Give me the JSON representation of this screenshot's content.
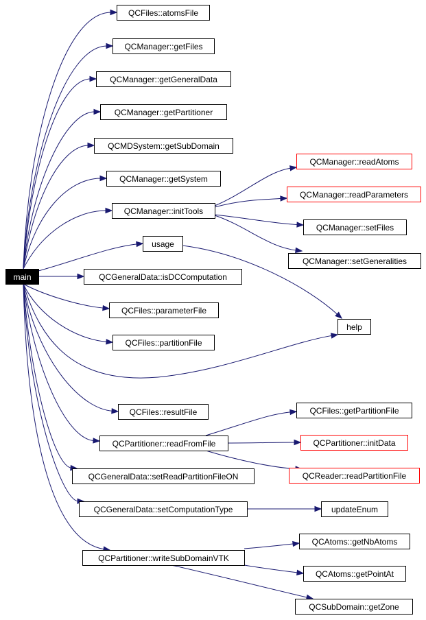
{
  "graph": {
    "edge_color": "#191970",
    "node_border_color": "#000000",
    "external_node_border_color": "#ff0000",
    "root_fill_color": "#000000",
    "nodes": [
      {
        "id": "main",
        "label": "main",
        "style": "root"
      },
      {
        "id": "atomsFile",
        "label": "QCFiles::atomsFile",
        "style": "normal"
      },
      {
        "id": "getFiles",
        "label": "QCManager::getFiles",
        "style": "normal"
      },
      {
        "id": "getGeneralData",
        "label": "QCManager::getGeneralData",
        "style": "normal"
      },
      {
        "id": "getPartitioner",
        "label": "QCManager::getPartitioner",
        "style": "normal"
      },
      {
        "id": "getSubDomain",
        "label": "QCMDSystem::getSubDomain",
        "style": "normal"
      },
      {
        "id": "getSystem",
        "label": "QCManager::getSystem",
        "style": "normal"
      },
      {
        "id": "initTools",
        "label": "QCManager::initTools",
        "style": "normal"
      },
      {
        "id": "readAtoms",
        "label": "QCManager::readAtoms",
        "style": "external"
      },
      {
        "id": "readParameters",
        "label": "QCManager::readParameters",
        "style": "external"
      },
      {
        "id": "setFiles",
        "label": "QCManager::setFiles",
        "style": "normal"
      },
      {
        "id": "setGeneralities",
        "label": "QCManager::setGeneralities",
        "style": "normal"
      },
      {
        "id": "usage",
        "label": "usage",
        "style": "normal"
      },
      {
        "id": "isDC",
        "label": "QCGeneralData::isDCComputation",
        "style": "normal"
      },
      {
        "id": "parameterFile",
        "label": "QCFiles::parameterFile",
        "style": "normal"
      },
      {
        "id": "help",
        "label": "help",
        "style": "normal"
      },
      {
        "id": "partitionFile",
        "label": "QCFiles::partitionFile",
        "style": "normal"
      },
      {
        "id": "resultFile",
        "label": "QCFiles::resultFile",
        "style": "normal"
      },
      {
        "id": "readFromFile",
        "label": "QCPartitioner::readFromFile",
        "style": "normal"
      },
      {
        "id": "getPartitionFile",
        "label": "QCFiles::getPartitionFile",
        "style": "normal"
      },
      {
        "id": "initData",
        "label": "QCPartitioner::initData",
        "style": "external"
      },
      {
        "id": "readPartitionFile",
        "label": "QCReader::readPartitionFile",
        "style": "external"
      },
      {
        "id": "setReadPart",
        "label": "QCGeneralData::setReadPartitionFileON",
        "style": "normal"
      },
      {
        "id": "setCompType",
        "label": "QCGeneralData::setComputationType",
        "style": "normal"
      },
      {
        "id": "updateEnum",
        "label": "updateEnum",
        "style": "normal"
      },
      {
        "id": "writeVTK",
        "label": "QCPartitioner::writeSubDomainVTK",
        "style": "normal"
      },
      {
        "id": "getNbAtoms",
        "label": "QCAtoms::getNbAtoms",
        "style": "normal"
      },
      {
        "id": "getPointAt",
        "label": "QCAtoms::getPointAt",
        "style": "normal"
      },
      {
        "id": "getZone",
        "label": "QCSubDomain::getZone",
        "style": "normal"
      }
    ],
    "edges": [
      {
        "from": "main",
        "to": "atomsFile"
      },
      {
        "from": "main",
        "to": "getFiles"
      },
      {
        "from": "main",
        "to": "getGeneralData"
      },
      {
        "from": "main",
        "to": "getPartitioner"
      },
      {
        "from": "main",
        "to": "getSubDomain"
      },
      {
        "from": "main",
        "to": "getSystem"
      },
      {
        "from": "main",
        "to": "initTools"
      },
      {
        "from": "main",
        "to": "usage"
      },
      {
        "from": "main",
        "to": "isDC"
      },
      {
        "from": "main",
        "to": "parameterFile"
      },
      {
        "from": "main",
        "to": "partitionFile"
      },
      {
        "from": "main",
        "to": "help"
      },
      {
        "from": "main",
        "to": "resultFile"
      },
      {
        "from": "main",
        "to": "readFromFile"
      },
      {
        "from": "main",
        "to": "setReadPart"
      },
      {
        "from": "main",
        "to": "setCompType"
      },
      {
        "from": "main",
        "to": "writeVTK"
      },
      {
        "from": "initTools",
        "to": "readAtoms"
      },
      {
        "from": "initTools",
        "to": "readParameters"
      },
      {
        "from": "initTools",
        "to": "setFiles"
      },
      {
        "from": "initTools",
        "to": "setGeneralities"
      },
      {
        "from": "usage",
        "to": "help"
      },
      {
        "from": "readFromFile",
        "to": "getPartitionFile"
      },
      {
        "from": "readFromFile",
        "to": "initData"
      },
      {
        "from": "readFromFile",
        "to": "readPartitionFile"
      },
      {
        "from": "setCompType",
        "to": "updateEnum"
      },
      {
        "from": "writeVTK",
        "to": "getNbAtoms"
      },
      {
        "from": "writeVTK",
        "to": "getPointAt"
      },
      {
        "from": "writeVTK",
        "to": "getZone"
      }
    ]
  }
}
